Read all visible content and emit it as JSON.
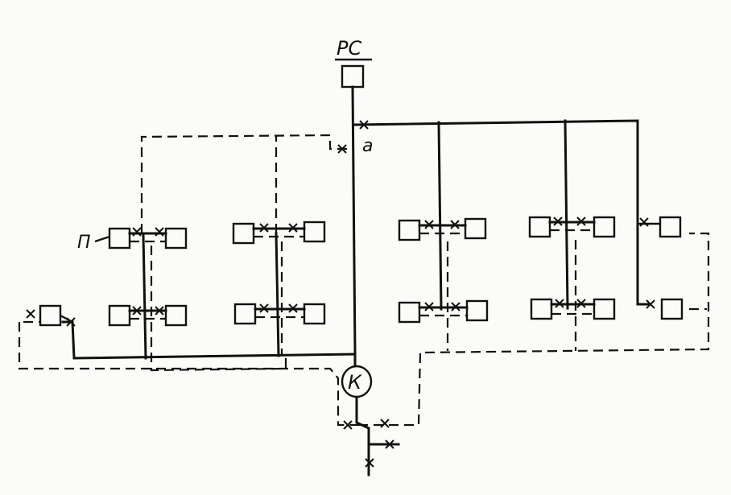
{
  "labels": {
    "expansion_tank": "РС",
    "point_a": "a",
    "radiator": "П",
    "boiler": "К"
  }
}
